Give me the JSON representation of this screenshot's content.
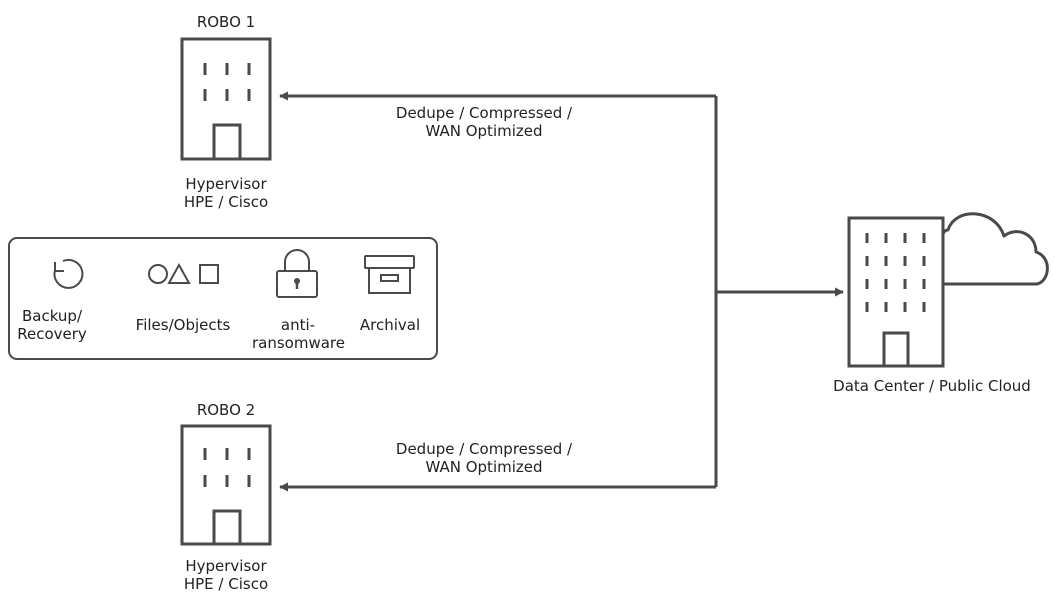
{
  "colors": {
    "stroke": "#4a4a4a",
    "text": "#222222",
    "background": "#ffffff"
  },
  "robo1": {
    "title": "ROBO 1",
    "caption_line1": "Hypervisor",
    "caption_line2": "HPE / Cisco",
    "icon": "building-icon"
  },
  "robo2": {
    "title": "ROBO 2",
    "caption_line1": "Hypervisor",
    "caption_line2": "HPE / Cisco",
    "icon": "building-icon"
  },
  "link_top": {
    "line1": "Dedupe / Compressed /",
    "line2": "WAN Optimized"
  },
  "link_bottom": {
    "line1": "Dedupe / Compressed /",
    "line2": "WAN Optimized"
  },
  "datacenter": {
    "label": "Data Center / Public Cloud",
    "icons": [
      "building-icon",
      "cloud-icon"
    ]
  },
  "features": [
    {
      "icon": "refresh-icon",
      "line1": "Backup/",
      "line2": "Recovery"
    },
    {
      "icon": "shapes-icon",
      "line1": "Files/Objects",
      "line2": ""
    },
    {
      "icon": "lock-icon",
      "line1": "anti-",
      "line2": "ransomware"
    },
    {
      "icon": "archive-box-icon",
      "line1": "Archival",
      "line2": ""
    }
  ]
}
